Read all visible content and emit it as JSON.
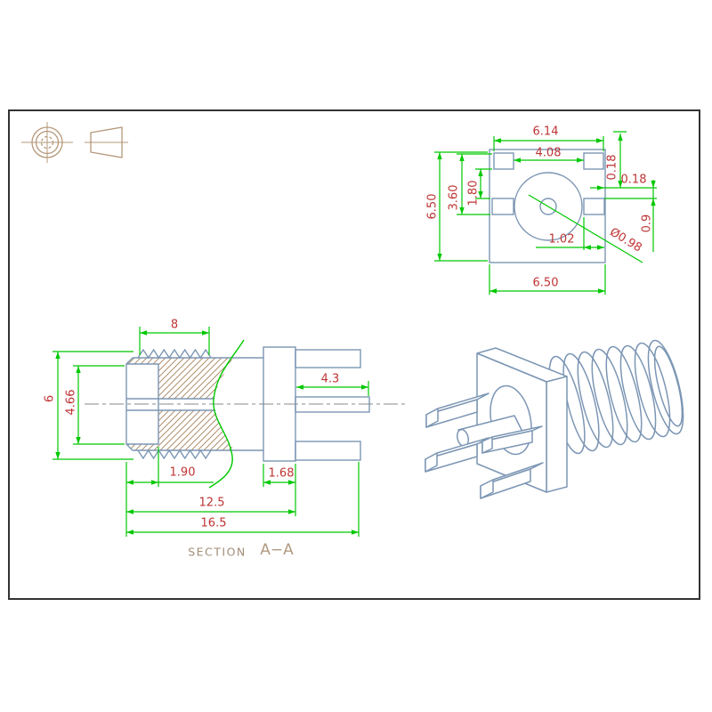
{
  "drawing_type": "engineering-cad-drawing",
  "top_view": {
    "dims": {
      "top_width": "6.14",
      "inner_width": "4.08",
      "left_height": "6.50",
      "pad_span": "3.60",
      "pad_gap": "1.80",
      "top_margin": "0.18",
      "right_margin": "0.18",
      "pad_height": "0.9",
      "hole_offset": "1.02",
      "hole_diameter": "Ø0.98",
      "bottom_width": "6.50"
    }
  },
  "section_view": {
    "dims": {
      "thread_length": "8",
      "outer_height": "6",
      "inner_height": "4.66",
      "pin_length": "4.3",
      "front_thickness": "1.90",
      "flange_thickness": "1.68",
      "body_length": "12.5",
      "overall_length": "16.5"
    },
    "caption": {
      "prefix": "SECTION",
      "id": "A−A"
    }
  },
  "colors": {
    "dimension_line": "#00c800",
    "dimension_text": "#bf3434",
    "outline_blue": "#7c96b4",
    "hatch_tan": "#b08f6e",
    "symbol_tan": "#b5987a",
    "caption_tan": "#a18d77",
    "centerline_gray": "#8a8a8a",
    "border": "#333333"
  }
}
